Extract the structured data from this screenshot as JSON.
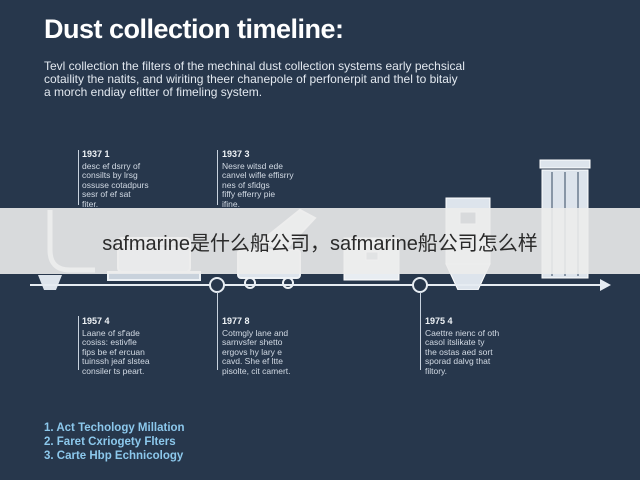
{
  "title": "Dust collection timeline:",
  "intro": [
    "Tevl collection the filters of the mechinal dust collection systems early pechsical",
    "cotaility the natits, and wiriting theer chanepole of perfonerpit and thel to bitaiy",
    "a morch endiay efitter of fimeling system."
  ],
  "top_entries": [
    {
      "year": "1937 1",
      "lines": [
        "desc ef dsrry of",
        "consilts by lrsg",
        "ossuse cotadpurs",
        "sesr of ef sat",
        "fiter."
      ]
    },
    {
      "year": "1937 3",
      "lines": [
        "Nesre witsd ede",
        "canvel wifle effisrry",
        "nes of sfidgs",
        "fiffy efferry pie",
        "ifine."
      ]
    }
  ],
  "bottom_entries": [
    {
      "year": "1957 4",
      "lines": [
        "Laane of sf'ade",
        "cosiss: estivfle",
        "fips be ef ercuan",
        "tuinssh jeaf slstea",
        "consiler ts peart."
      ]
    },
    {
      "year": "1977 8",
      "lines": [
        "Cotmgly lane and",
        "sarnvsfer shetto",
        "ergovs hy lary e",
        "cavd. She ef ltte",
        "pisolte, cit camert."
      ]
    },
    {
      "year": "1975 4",
      "lines": [
        "Caettre nienc of oth",
        "casol itslikate ty",
        "the ostas aed sort",
        "sporad dalvg that",
        "filtory."
      ]
    }
  ],
  "banner": "safmarine是什么船公司，safmarine船公司怎么样",
  "list": [
    "1. Act Techology Millation",
    "2. Faret Cxriogety Flters",
    "3. Carte Hbp Echnicology"
  ],
  "colors": {
    "background": "#27374c",
    "accent": "#8cc8ec",
    "banner": "#ececec"
  },
  "icons": [
    "cyclone-duct-icon",
    "motor-blower-icon",
    "cart-dust-collector-icon",
    "control-cabinet-icon",
    "silo-filter-icon",
    "cartridge-collector-icon"
  ]
}
